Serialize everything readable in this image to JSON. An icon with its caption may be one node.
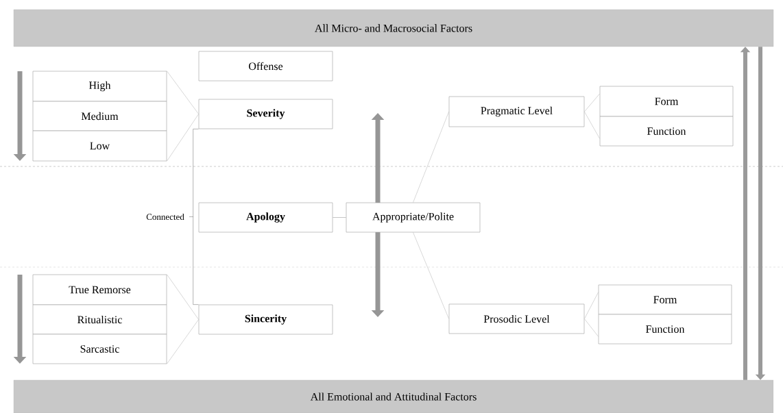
{
  "diagram": {
    "nodes": [
      {
        "text": [
          "All Micro- and Macrosocial Factors"
        ]
      },
      {
        "text": [
          "Offense"
        ]
      },
      {
        "text": [
          "High"
        ]
      },
      {
        "text": [
          "Medium"
        ]
      },
      {
        "text": [
          "Low"
        ]
      },
      {
        "text": [
          "Severity"
        ]
      },
      {
        "text": [
          "Apology"
        ]
      },
      {
        "text": [
          "Appropriate/Polite"
        ]
      },
      {
        "text": [
          "Pragmatic Level"
        ]
      },
      {
        "text": [
          "Form"
        ]
      },
      {
        "text": [
          "Function"
        ]
      },
      {
        "text": [
          "True Remorse"
        ]
      },
      {
        "text": [
          "Ritualistic"
        ]
      },
      {
        "text": [
          "Sarcastic"
        ]
      },
      {
        "text": [
          "Sincerity"
        ]
      },
      {
        "text": [
          "Prosodic Level"
        ]
      },
      {
        "text": [
          "Form"
        ]
      },
      {
        "text": [
          "Function"
        ]
      },
      {
        "text": [
          "All Emotional and Attitudinal Factors"
        ]
      }
    ],
    "edges": [
      {
        "from": 2,
        "to": 5,
        "arrow": "none"
      },
      {
        "from": 4,
        "to": 5,
        "arrow": "none"
      },
      {
        "from": 5,
        "to": 14,
        "arrow": "none",
        "label": "Connected",
        "color": "#808080"
      },
      {
        "from": 6,
        "to": 7,
        "arrow": "none",
        "color": "#a0a0a0"
      },
      {
        "from": 7,
        "to": 8,
        "arrow": "none"
      },
      {
        "from": 7,
        "to": 15,
        "arrow": "none"
      },
      {
        "from": 8,
        "to": 9,
        "arrow": "none"
      },
      {
        "from": 8,
        "to": 10,
        "arrow": "none"
      },
      {
        "from": 11,
        "to": 14,
        "arrow": "none"
      },
      {
        "from": 13,
        "to": 14,
        "arrow": "none"
      },
      {
        "from": 15,
        "to": 16,
        "arrow": "none"
      },
      {
        "from": 15,
        "to": 17,
        "arrow": "none"
      },
      {
        "from": 18,
        "to": 0,
        "arrow": "to",
        "style": "thick",
        "color": "#9a9a9a"
      },
      {
        "from": 0,
        "to": 18,
        "arrow": "to",
        "style": "thick",
        "color": "#9a9a9a"
      }
    ]
  }
}
